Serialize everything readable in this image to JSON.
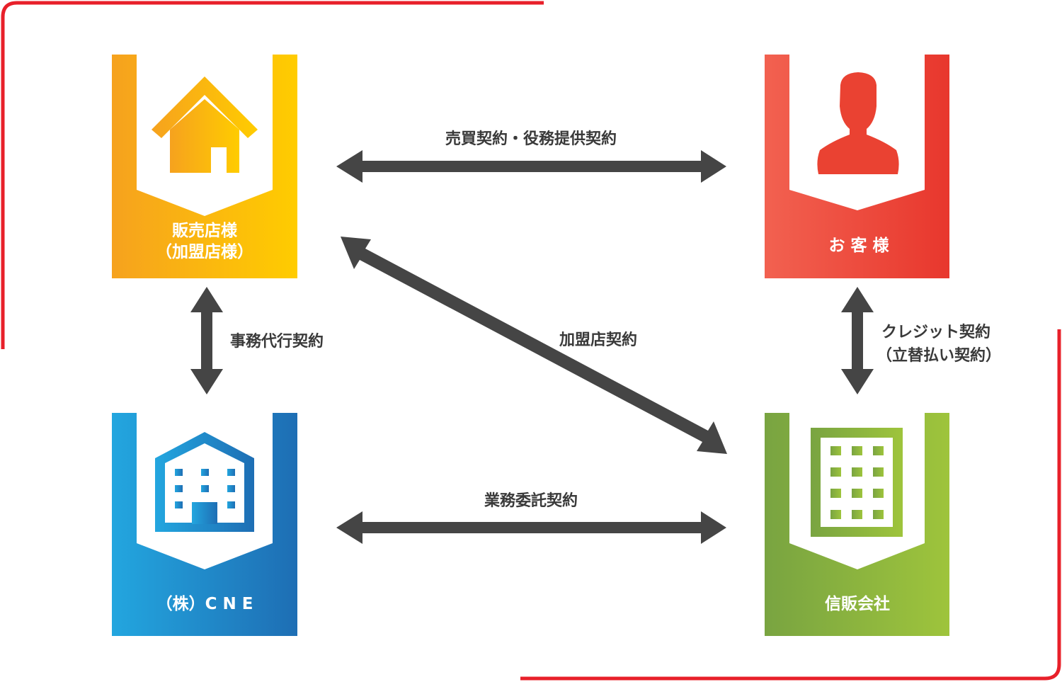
{
  "nodes": {
    "seller": {
      "line1": "販売店様",
      "line2": "（加盟店様）"
    },
    "customer": {
      "label": "お 客 様"
    },
    "cne": {
      "label": "（株）C N E"
    },
    "credit": {
      "label": "信販会社"
    }
  },
  "edges": {
    "sales_contract": {
      "label": "売買契約・役務提供契約"
    },
    "agency_contract": {
      "label": "事務代行契約"
    },
    "member_contract": {
      "label": "加盟店契約"
    },
    "credit_contract": {
      "line1": "クレジット契約",
      "line2": "（立替払い契約）"
    },
    "business_contract": {
      "label": "業務委託契約"
    }
  },
  "colors": {
    "frame_red": "#e8202a",
    "arrow": "#454545",
    "seller_start": "#f6a21e",
    "seller_end": "#ffcc00",
    "customer_start": "#f26150",
    "customer_end": "#e8372d",
    "cne_start": "#23a6df",
    "cne_end": "#1e6eb4",
    "credit_start": "#79a441",
    "credit_end": "#9ec43c"
  }
}
